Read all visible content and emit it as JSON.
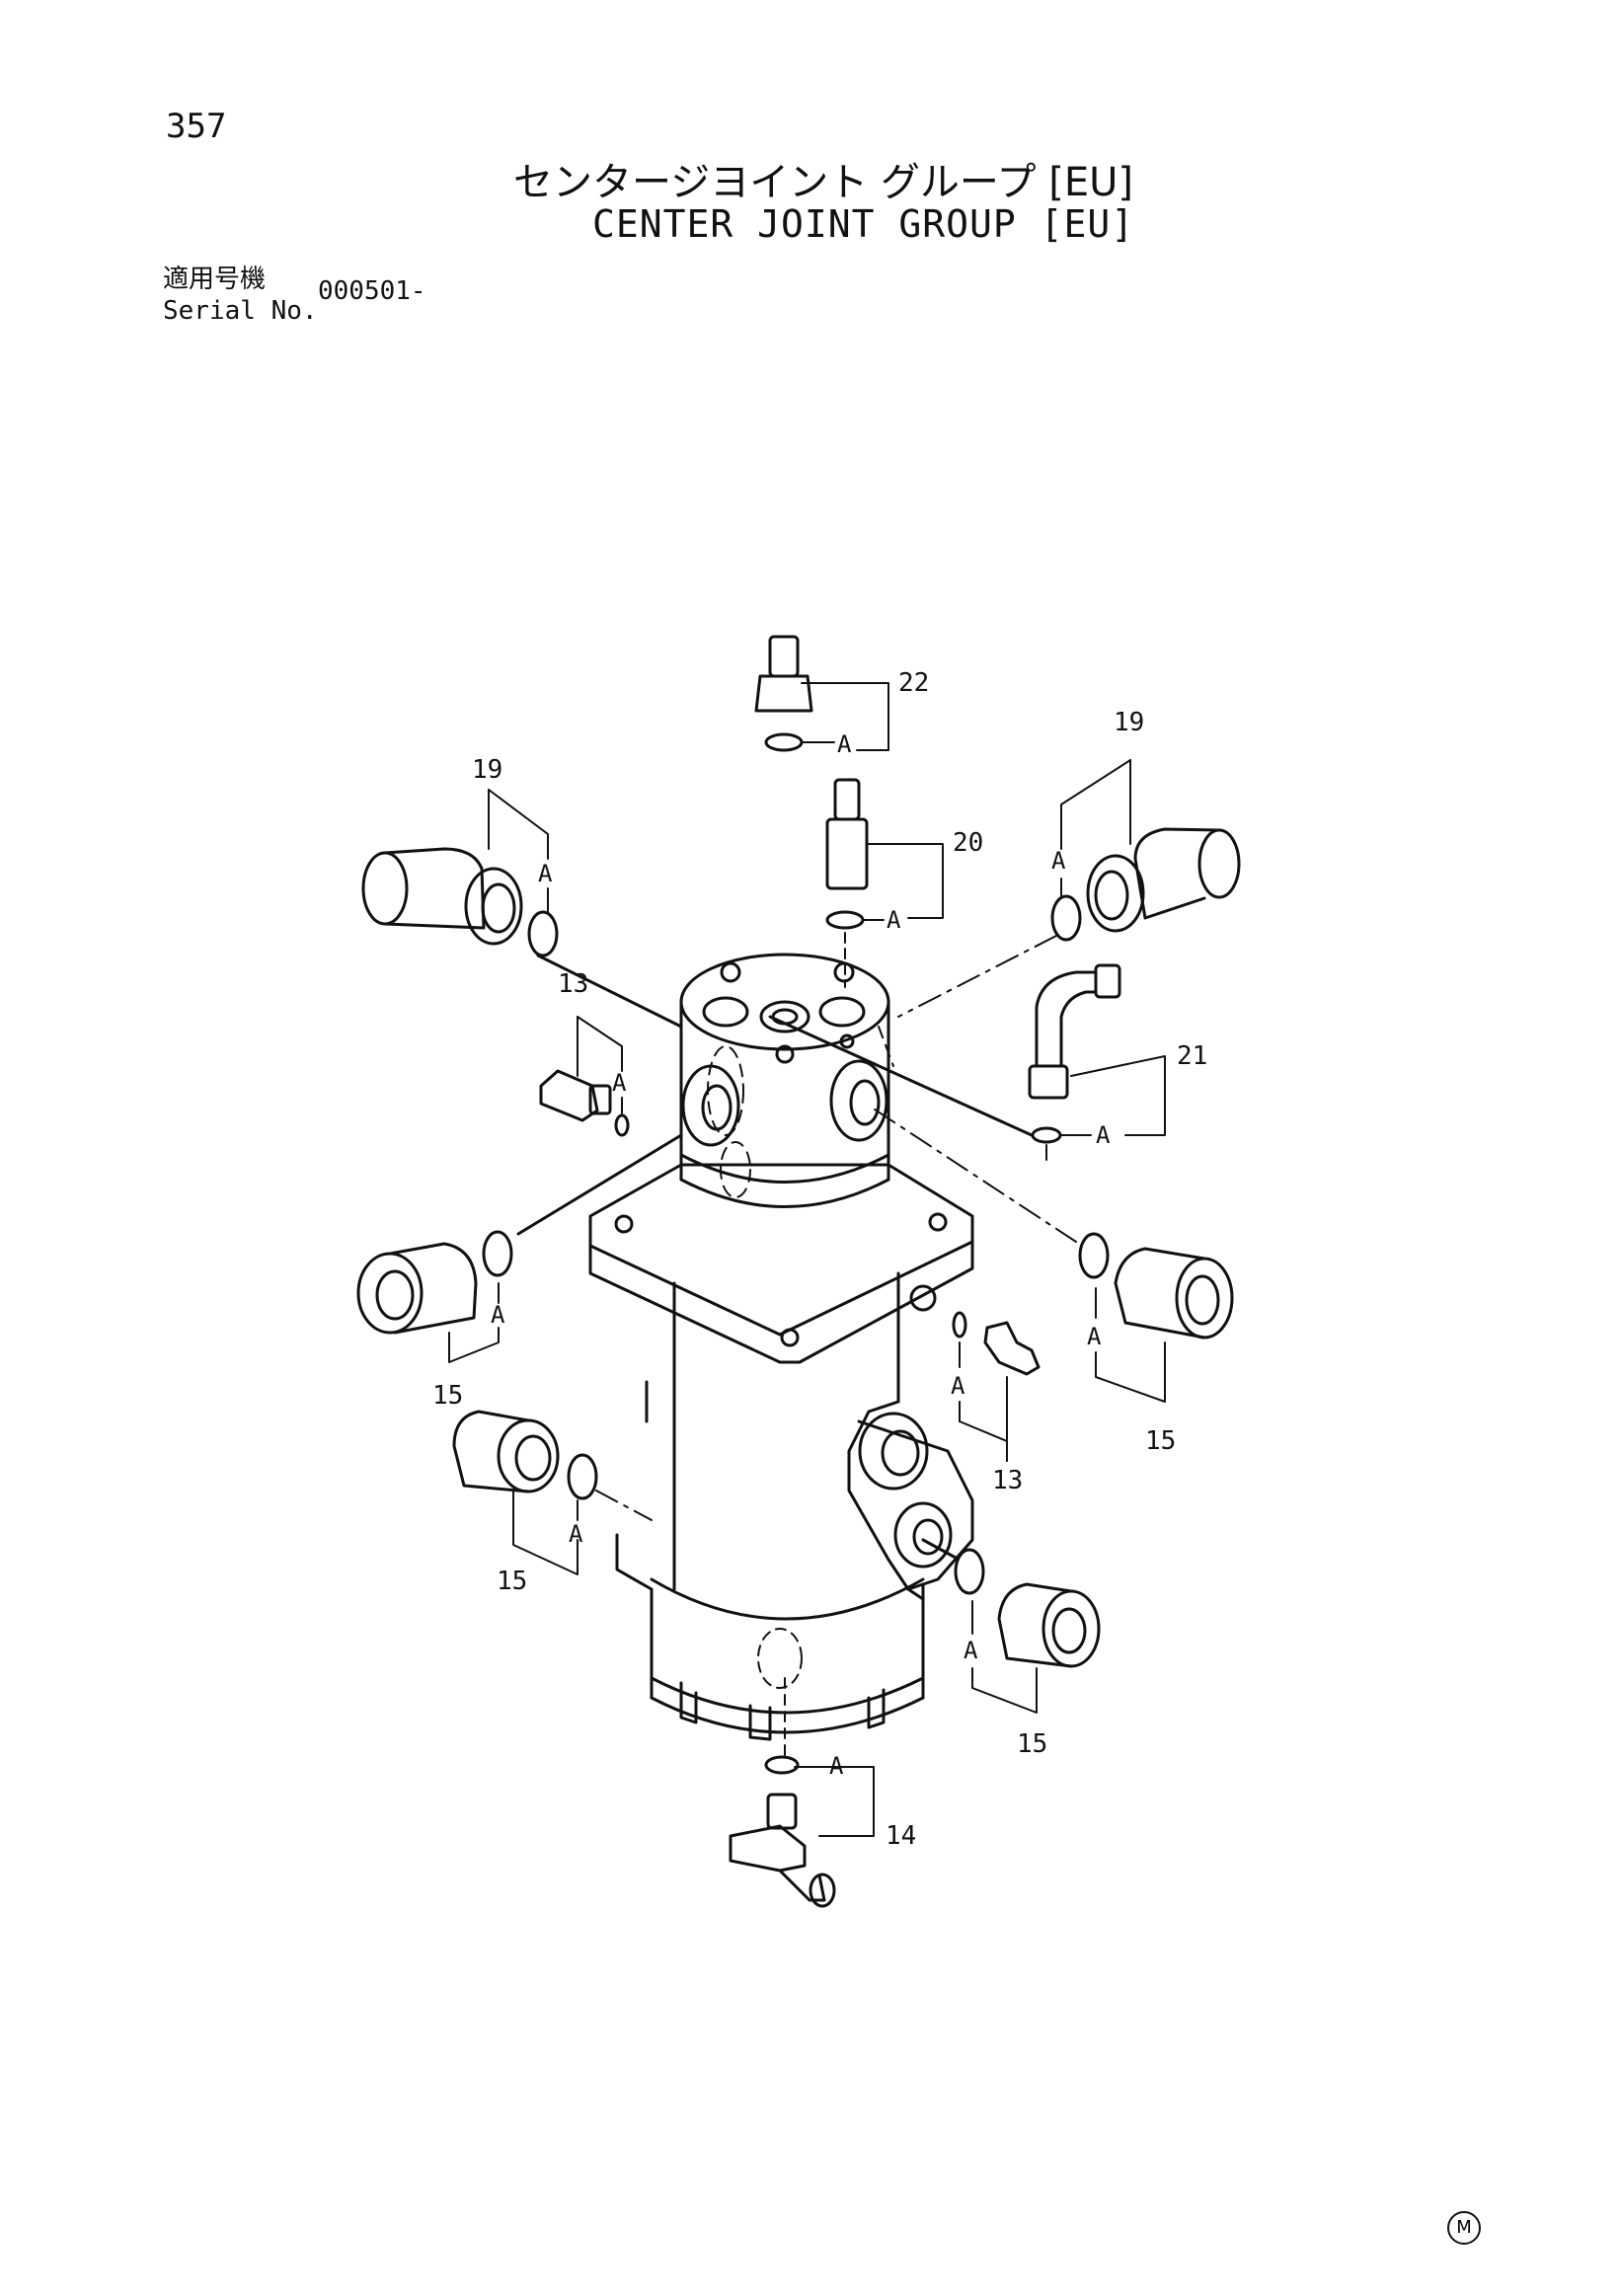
{
  "header": {
    "page_number": "357",
    "title_jp": "センタージヨイント グループ [EU]",
    "title_en": "CENTER JOINT GROUP [EU]",
    "serial_label_jp": "適用号機",
    "serial_label_en": "Serial No.",
    "serial_value": "000501-"
  },
  "callouts": [
    {
      "part": "22",
      "ring": "A"
    },
    {
      "part": "20",
      "ring": "A"
    },
    {
      "part": "19",
      "ring": "A"
    },
    {
      "part": "19",
      "ring": "A"
    },
    {
      "part": "21",
      "ring": "A"
    },
    {
      "part": "13",
      "ring": "A"
    },
    {
      "part": "13",
      "ring": "A"
    },
    {
      "part": "15",
      "ring": "A"
    },
    {
      "part": "15",
      "ring": "A"
    },
    {
      "part": "15",
      "ring": "A"
    },
    {
      "part": "15",
      "ring": "A"
    },
    {
      "part": "14",
      "ring": "A"
    }
  ],
  "footer": {
    "mark": "M"
  }
}
